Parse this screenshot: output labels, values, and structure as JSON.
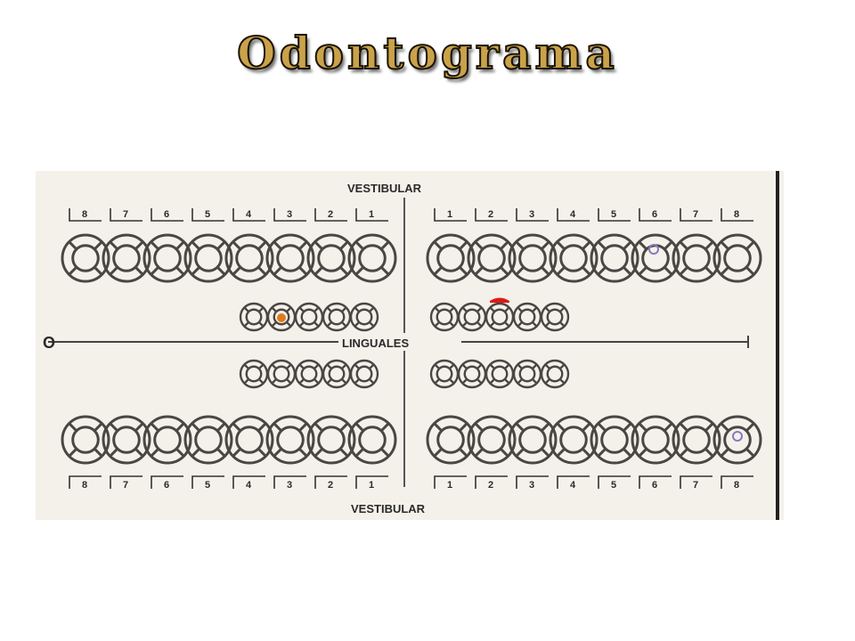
{
  "title": "Odontograma",
  "labels": {
    "vestibular_top": "VESTIBULAR",
    "linguales": "LINGUALES",
    "vestibular_bottom": "VESTIBULAR",
    "edge_glyph": "O"
  },
  "tooth_numbers": {
    "upper_left": [
      "8",
      "7",
      "6",
      "5",
      "4",
      "3",
      "2",
      "1"
    ],
    "upper_right": [
      "1",
      "2",
      "3",
      "4",
      "5",
      "6",
      "7",
      "8"
    ],
    "lower_left": [
      "8",
      "7",
      "6",
      "5",
      "4",
      "3",
      "2",
      "1"
    ],
    "lower_right": [
      "1",
      "2",
      "3",
      "4",
      "5",
      "6",
      "7",
      "8"
    ]
  },
  "colors": {
    "ink": "#4a4644",
    "paper": "#f4f1ea",
    "mark_orange": "#e07a1c",
    "mark_red": "#e01818",
    "mark_purple": "#8a78c0"
  }
}
